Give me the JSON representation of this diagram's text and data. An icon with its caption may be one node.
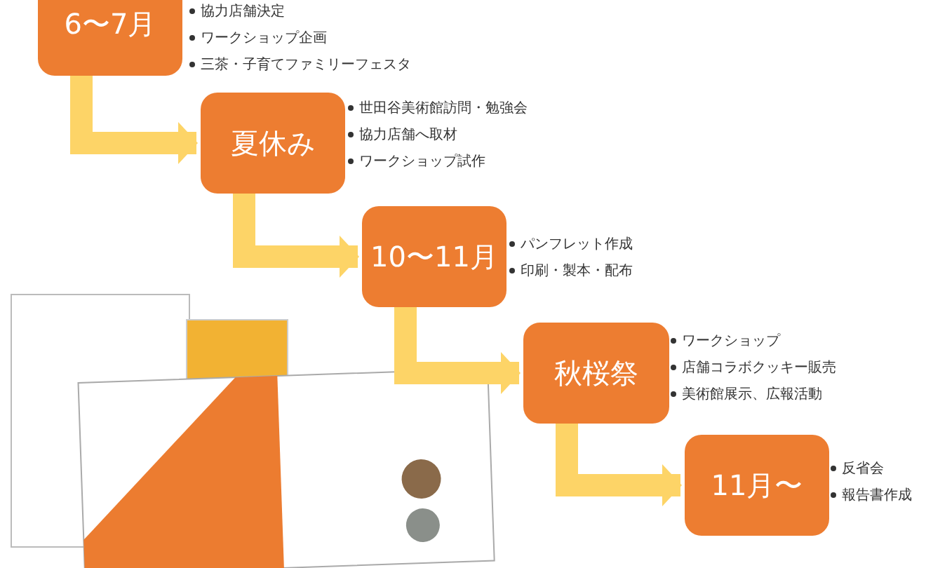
{
  "diagram": {
    "nodes": [
      {
        "text": [
          "6〜7月"
        ],
        "beside": [
          "協力店舗決定",
          "ワークショップ企画",
          "三茶・子育てファミリーフェスタ"
        ]
      },
      {
        "text": [
          "夏休み"
        ],
        "beside": [
          "世田谷美術館訪問・勉強会",
          "協力店舗へ取材",
          "ワークショップ試作"
        ]
      },
      {
        "text": [
          "10〜11月"
        ],
        "beside": [
          "パンフレット作成",
          "印刷・製本・配布"
        ]
      },
      {
        "text": [
          "秋桜祭"
        ],
        "beside": [
          "ワークショップ",
          "店舗コラボクッキー販売",
          "美術館展示、広報活動"
        ]
      },
      {
        "text": [
          "11月〜"
        ],
        "beside": [
          "反省会",
          "報告書作成"
        ]
      }
    ],
    "edges": [
      {
        "from": 0,
        "to": 1,
        "arrow": "to"
      },
      {
        "from": 1,
        "to": 2,
        "arrow": "to"
      },
      {
        "from": 2,
        "to": 3,
        "arrow": "to"
      },
      {
        "from": 3,
        "to": 4,
        "arrow": "to"
      }
    ]
  }
}
